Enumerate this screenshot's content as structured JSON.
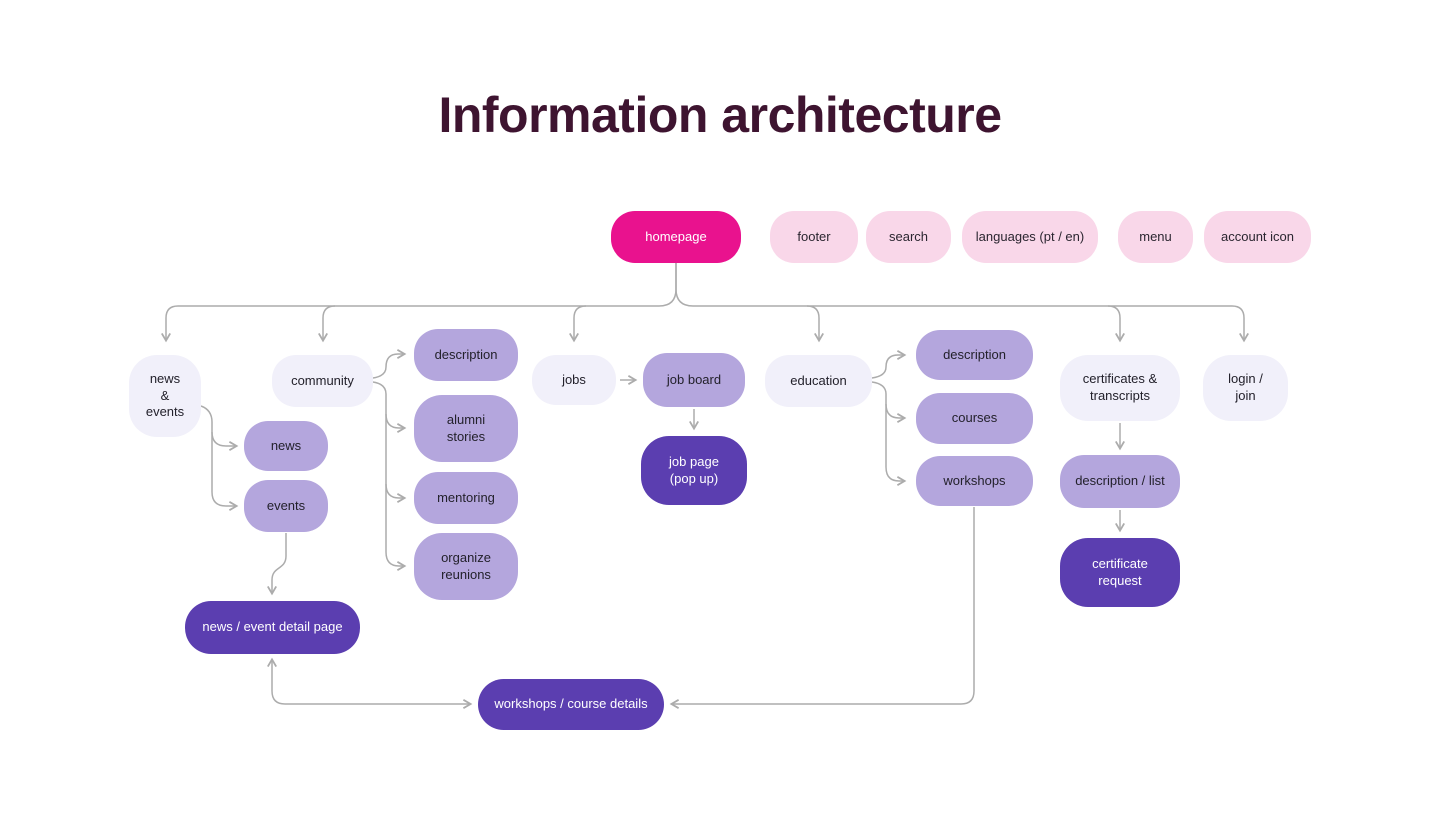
{
  "title": "Information architecture",
  "colors": {
    "homepage_pink": "#E9128E",
    "light_pink": "#F9D7E9",
    "light_lavender": "#F1F0FA",
    "medium_purple": "#B4A6DD",
    "dark_purple": "#5B3EB0",
    "title_text": "#3E1430",
    "connector_gray": "#ACACAC",
    "background": "#FFFFFF"
  },
  "nodes": {
    "homepage": "homepage",
    "footer": "footer",
    "search": "search",
    "languages": "languages (pt / en)",
    "menu": "menu",
    "account_icon": "account icon",
    "news_events": "news\n&\nevents",
    "community": "community",
    "jobs": "jobs",
    "education": "education",
    "certificates_transcripts": "certificates &\ntranscripts",
    "login_join": "login /\njoin",
    "community_description": "description",
    "alumni_stories": "alumni\nstories",
    "mentoring": "mentoring",
    "organize_reunions": "organize\nreunions",
    "news": "news",
    "events": "events",
    "job_board": "job board",
    "education_description": "description",
    "courses": "courses",
    "workshops": "workshops",
    "description_list": "description / list",
    "job_page": "job page\n(pop up)",
    "news_event_detail": "news / event detail page",
    "certificate_request": "certificate\nrequest",
    "workshops_course_details": "workshops / course details"
  }
}
